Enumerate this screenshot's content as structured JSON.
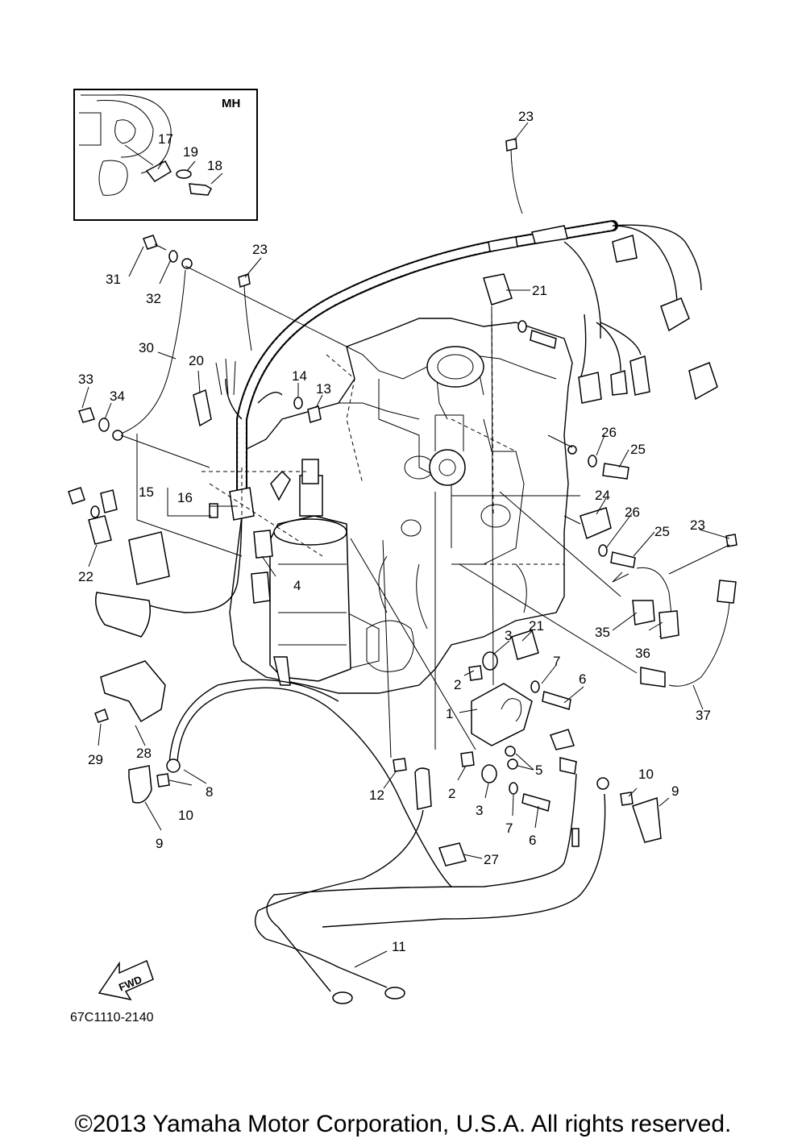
{
  "inset": {
    "tag": "MH"
  },
  "callouts": {
    "p1": "1",
    "p2a": "2",
    "p2b": "2",
    "p3a": "3",
    "p3b": "3",
    "p4": "4",
    "p5": "5",
    "p6a": "6",
    "p6b": "6",
    "p7a": "7",
    "p7b": "7",
    "p8": "8",
    "p9a": "9",
    "p9b": "9",
    "p10a": "10",
    "p10b": "10",
    "p11": "11",
    "p12": "12",
    "p13": "13",
    "p14": "14",
    "p15": "15",
    "p16": "16",
    "p17": "17",
    "p18": "18",
    "p19": "19",
    "p20": "20",
    "p21a": "21",
    "p21b": "21",
    "p22": "22",
    "p23a": "23",
    "p23b": "23",
    "p23c": "23",
    "p24": "24",
    "p25a": "25",
    "p25b": "25",
    "p26a": "26",
    "p26b": "26",
    "p27": "27",
    "p28": "28",
    "p29": "29",
    "p30": "30",
    "p31": "31",
    "p32": "32",
    "p33": "33",
    "p34": "34",
    "p35": "35",
    "p36": "36",
    "p37": "37"
  },
  "fwd_label": "FWD",
  "diagram_code": "67C1110-2140",
  "copyright": "©2013 Yamaha Motor Corporation, U.S.A. All rights reserved."
}
